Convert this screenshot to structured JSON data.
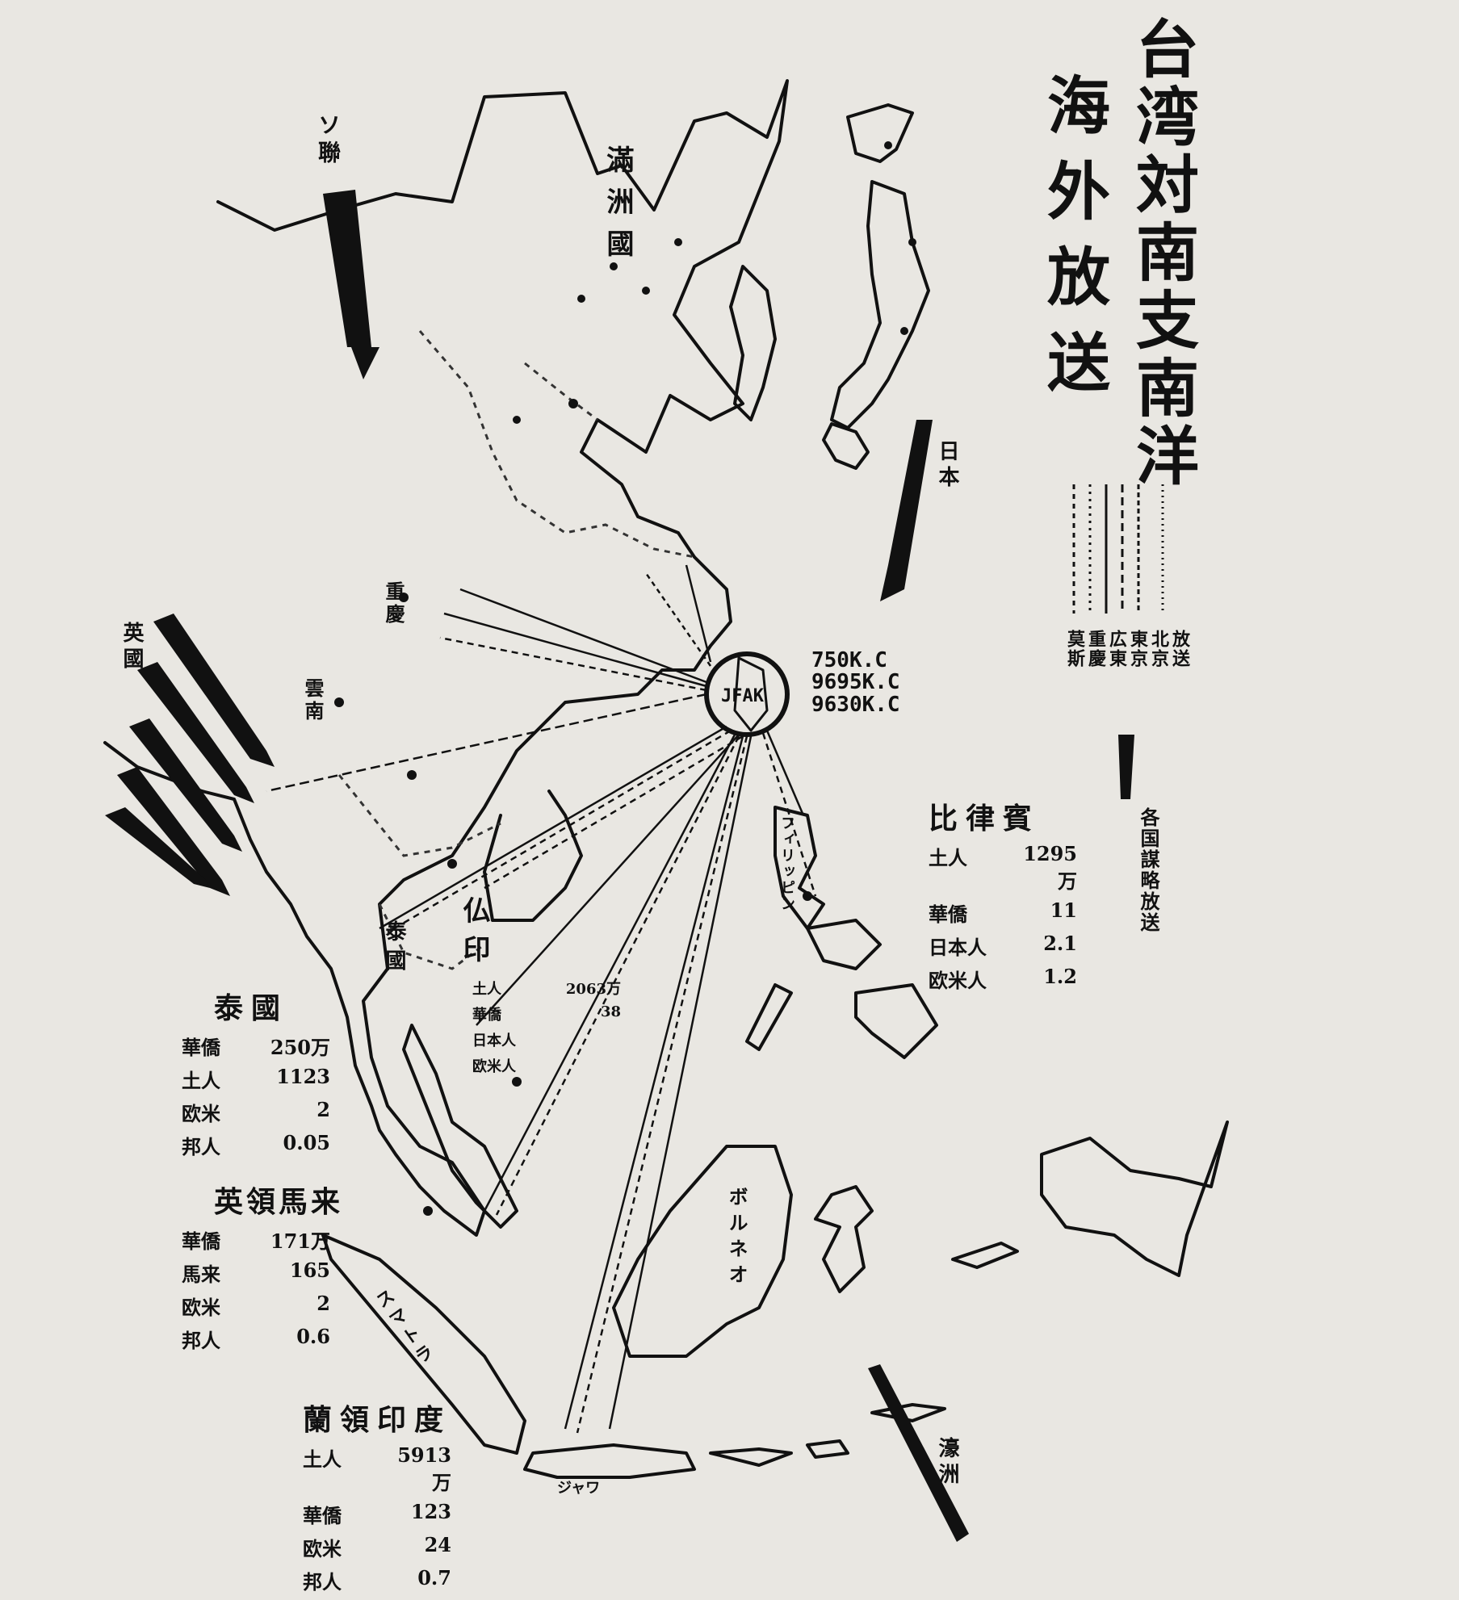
{
  "title": {
    "line1": "台湾対南支南洋",
    "line2": "海外放送"
  },
  "station": {
    "callsign": "JFAK",
    "frequencies": [
      "750K.C",
      "9695K.C",
      "9630K.C"
    ]
  },
  "legend": {
    "arrow_label": "各国謀略放送",
    "columns": [
      "放送",
      "北京",
      "東京",
      "広東",
      "重慶",
      "莫斯"
    ]
  },
  "arrow_labels": {
    "north": "ソ聯",
    "japan": "日本",
    "west": "英國",
    "south": "濠洲"
  },
  "place_labels": {
    "manchukuo": "滿洲國",
    "french_indochina": "仏印",
    "thailand_map": "泰國",
    "borneo": "ボルネオ",
    "sumatra": "スマトラ",
    "java": "ジャワ",
    "philippines": "フィリッピン",
    "chongqing": "重慶",
    "yunnan": "雲南"
  },
  "stats": {
    "philippines": {
      "title": "比律賓",
      "rows": [
        [
          "土人",
          "1295万"
        ],
        [
          "華僑",
          "11"
        ],
        [
          "日本人",
          "2.1"
        ],
        [
          "欧米人",
          "1.2"
        ]
      ]
    },
    "indochina": {
      "title": "仏印",
      "rows": [
        [
          "土人",
          "2063万"
        ],
        [
          "華僑",
          "38"
        ],
        [
          "日本人",
          ""
        ],
        [
          "欧米人",
          ""
        ]
      ]
    },
    "thailand": {
      "title": "泰國",
      "rows": [
        [
          "華僑",
          "250万"
        ],
        [
          "土人",
          "1123"
        ],
        [
          "欧米",
          "2"
        ],
        [
          "邦人",
          "0.05"
        ]
      ]
    },
    "malaya": {
      "title": "英領馬来",
      "rows": [
        [
          "華僑",
          "171万"
        ],
        [
          "馬来",
          "165"
        ],
        [
          "欧米",
          "2"
        ],
        [
          "邦人",
          "0.6"
        ]
      ]
    },
    "dutch_indies": {
      "title": "蘭領印度",
      "rows": [
        [
          "土人",
          "5913万"
        ],
        [
          "華僑",
          "123"
        ],
        [
          "欧米",
          "24"
        ],
        [
          "邦人",
          "0.7"
        ]
      ]
    }
  }
}
